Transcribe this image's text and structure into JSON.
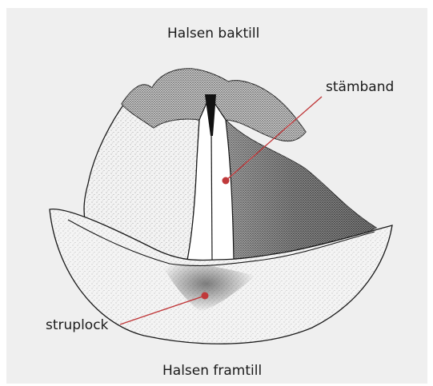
{
  "labels": {
    "top": "Halsen baktill",
    "bottom": "Halsen framtill",
    "vocal_folds": "stämband",
    "epiglottis": "struplock"
  },
  "colors": {
    "background": "#efefef",
    "line": "#1a1a1a",
    "callout": "#c0393b"
  }
}
